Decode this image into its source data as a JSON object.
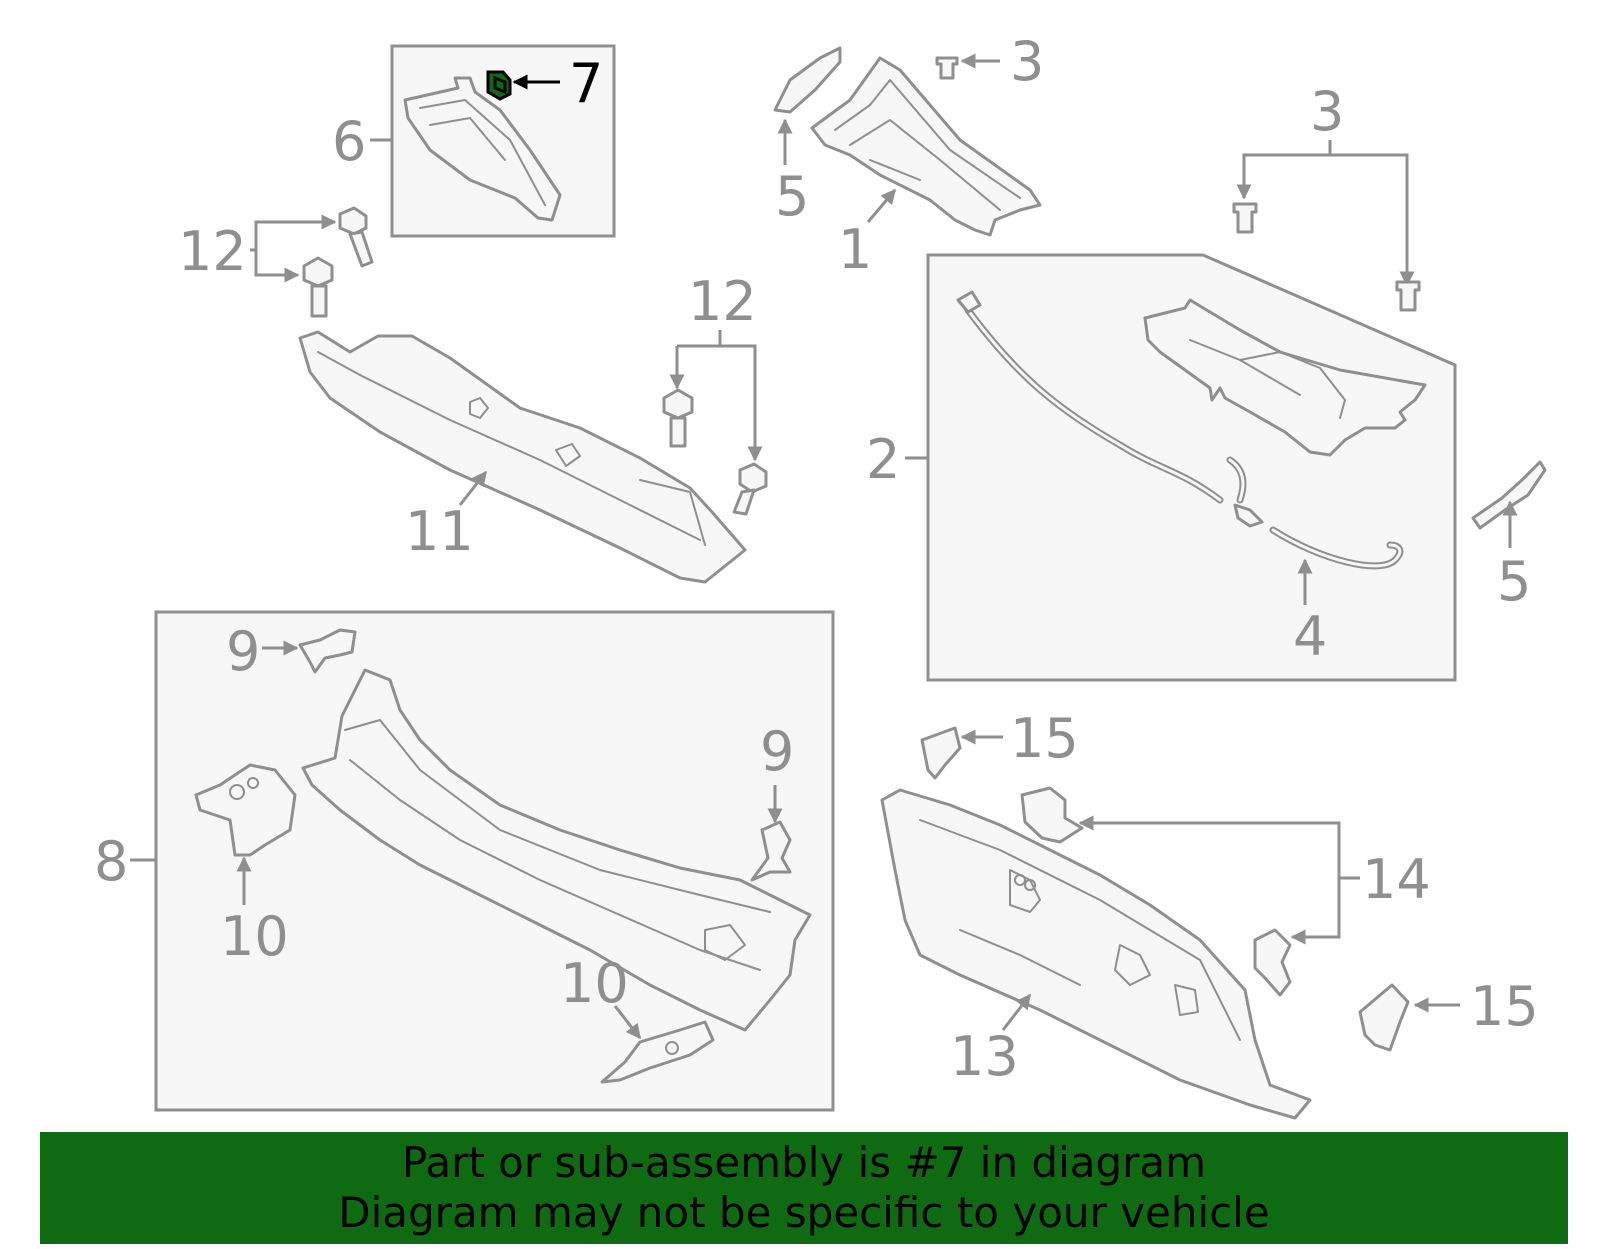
{
  "callouts": {
    "c1": "1",
    "c2": "2",
    "c3a": "3",
    "c3b": "3",
    "c4": "4",
    "c5a": "5",
    "c5b": "5",
    "c6": "6",
    "c7": "7",
    "c8": "8",
    "c9a": "9",
    "c9b": "9",
    "c10a": "10",
    "c10b": "10",
    "c11": "11",
    "c12a": "12",
    "c12b": "12",
    "c13": "13",
    "c14": "14",
    "c15a": "15",
    "c15b": "15"
  },
  "highlighted_part": "7",
  "colors": {
    "highlight": "#0e6b12",
    "line": "#8f8f8f",
    "box_fill": "#f7f7f7",
    "footer_bg": "#0e6b12"
  },
  "footer": {
    "line1": "Part or sub-assembly is #7 in diagram",
    "line2": "Diagram may not be specific to your vehicle"
  }
}
